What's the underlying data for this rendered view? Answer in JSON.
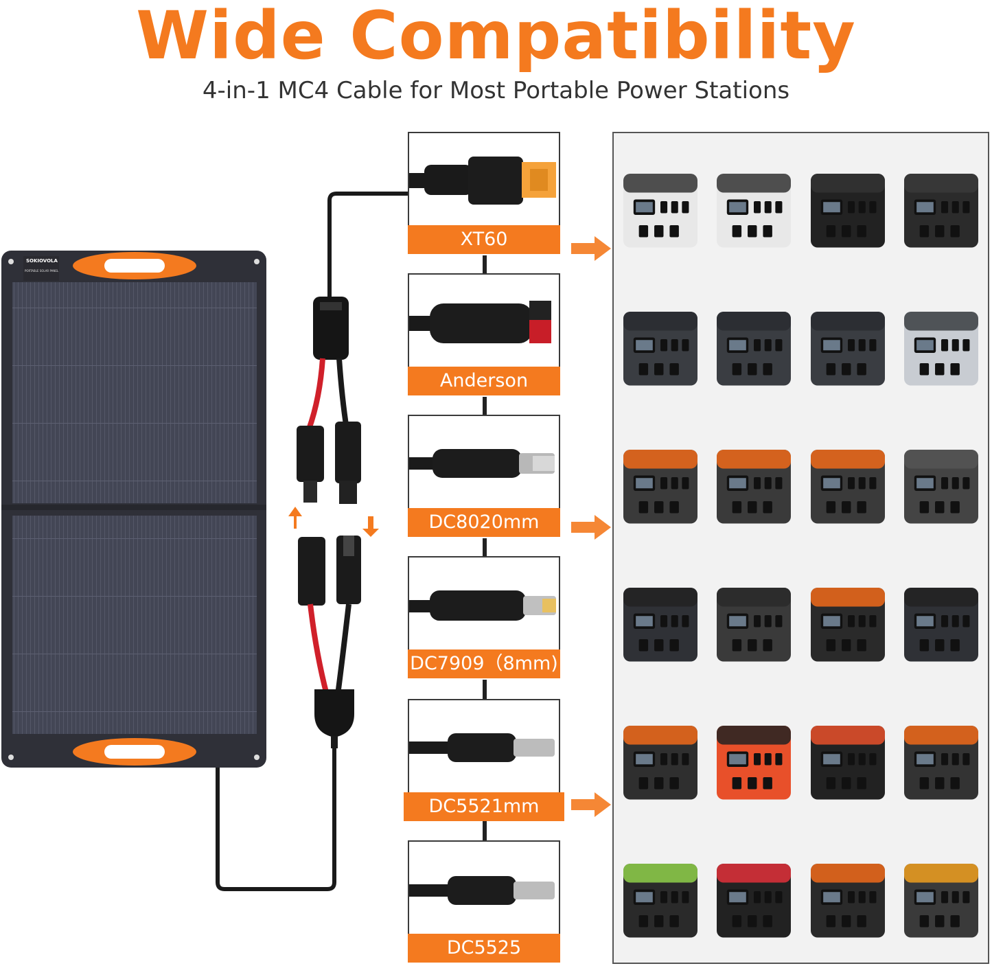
{
  "header": {
    "title": "Wide Compatibility",
    "subtitle": "4-in-1 MC4 Cable for Most Portable Power Stations"
  },
  "solar_panel": {
    "brand": "SOKIOVOLA",
    "sub_label": "PORTABLE SOLAR PANEL"
  },
  "connectors": [
    {
      "label": "XT60"
    },
    {
      "label": "Anderson"
    },
    {
      "label": "DC8020mm"
    },
    {
      "label": "DC7909（8mm)"
    },
    {
      "label": "DC5521mm"
    },
    {
      "label": "DC5525"
    }
  ],
  "colors": {
    "accent": "#f47a1f",
    "panel": "#3b3d4a",
    "cable_black": "#1a1a1a",
    "cable_red": "#d0202a"
  },
  "devices": {
    "count": 24,
    "rows": 6,
    "cols": 4
  }
}
